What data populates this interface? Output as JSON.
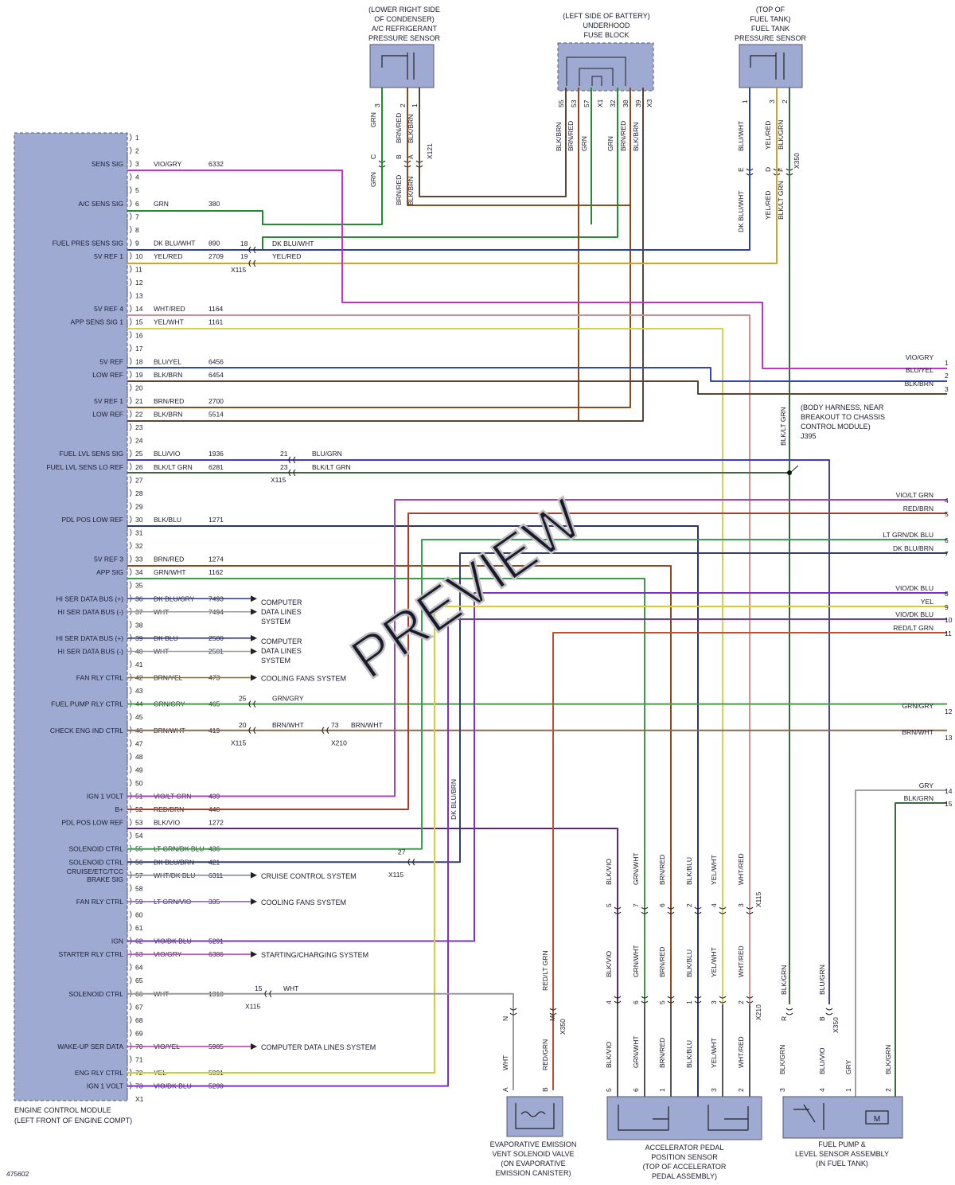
{
  "diagram_id": "475602",
  "watermark": "PREVIEW",
  "colors": {
    "page": "#ffffff",
    "panel": "#9eaad2",
    "panel_border": "#555577",
    "text": "#1a1a2e",
    "wire_default": "#555555",
    "watermark": "#bfbfbf"
  },
  "ecm": {
    "name_line1": "ENGINE CONTROL MODULE",
    "name_line2": "(LEFT FRONT OF ENGINE COMPT)",
    "pins": [
      {
        "pin": "1",
        "func": "",
        "color": "",
        "circuit": "",
        "target": ""
      },
      {
        "pin": "2",
        "func": "",
        "color": "",
        "circuit": "",
        "target": ""
      },
      {
        "pin": "3",
        "func": "SENS SIG",
        "color": "VIO/GRY",
        "circuit": "6332",
        "target": ""
      },
      {
        "pin": "4",
        "func": "",
        "color": "",
        "circuit": "",
        "target": ""
      },
      {
        "pin": "5",
        "func": "",
        "color": "",
        "circuit": "",
        "target": ""
      },
      {
        "pin": "6",
        "func": "A/C SENS SIG",
        "color": "GRN",
        "circuit": "380",
        "target": ""
      },
      {
        "pin": "7",
        "func": "",
        "color": "",
        "circuit": "",
        "target": ""
      },
      {
        "pin": "8",
        "func": "",
        "color": "",
        "circuit": "",
        "target": ""
      },
      {
        "pin": "9",
        "func": "FUEL PRES SENS SIG",
        "color": "DK BLU/WHT",
        "circuit": "890",
        "target": ""
      },
      {
        "pin": "10",
        "func": "5V REF 1",
        "color": "YEL/RED",
        "circuit": "2709",
        "target": ""
      },
      {
        "pin": "11",
        "func": "",
        "color": "",
        "circuit": "",
        "target": ""
      },
      {
        "pin": "12",
        "func": "",
        "color": "",
        "circuit": "",
        "target": ""
      },
      {
        "pin": "13",
        "func": "",
        "color": "",
        "circuit": "",
        "target": ""
      },
      {
        "pin": "14",
        "func": "5V REF 4",
        "color": "WHT/RED",
        "circuit": "1164",
        "target": ""
      },
      {
        "pin": "15",
        "func": "APP SENS SIG 1",
        "color": "YEL/WHT",
        "circuit": "1161",
        "target": ""
      },
      {
        "pin": "16",
        "func": "",
        "color": "",
        "circuit": "",
        "target": ""
      },
      {
        "pin": "17",
        "func": "",
        "color": "",
        "circuit": "",
        "target": ""
      },
      {
        "pin": "18",
        "func": "5V REF",
        "color": "BLU/YEL",
        "circuit": "6456",
        "target": ""
      },
      {
        "pin": "19",
        "func": "LOW REF",
        "color": "BLK/BRN",
        "circuit": "6454",
        "target": ""
      },
      {
        "pin": "20",
        "func": "",
        "color": "",
        "circuit": "",
        "target": ""
      },
      {
        "pin": "21",
        "func": "5V REF 1",
        "color": "BRN/RED",
        "circuit": "2700",
        "target": ""
      },
      {
        "pin": "22",
        "func": "LOW REF",
        "color": "BLK/BRN",
        "circuit": "5514",
        "target": ""
      },
      {
        "pin": "23",
        "func": "",
        "color": "",
        "circuit": "",
        "target": ""
      },
      {
        "pin": "24",
        "func": "",
        "color": "",
        "circuit": "",
        "target": ""
      },
      {
        "pin": "25",
        "func": "FUEL LVL SENS SIG",
        "color": "BLU/VIO",
        "circuit": "1936",
        "target": ""
      },
      {
        "pin": "26",
        "func": "FUEL LVL SENS LO REF",
        "color": "BLK/LT GRN",
        "circuit": "6281",
        "target": ""
      },
      {
        "pin": "27",
        "func": "",
        "color": "",
        "circuit": "",
        "target": ""
      },
      {
        "pin": "28",
        "func": "",
        "color": "",
        "circuit": "",
        "target": ""
      },
      {
        "pin": "29",
        "func": "",
        "color": "",
        "circuit": "",
        "target": ""
      },
      {
        "pin": "30",
        "func": "PDL POS LOW REF",
        "color": "BLK/BLU",
        "circuit": "1271",
        "target": ""
      },
      {
        "pin": "31",
        "func": "",
        "color": "",
        "circuit": "",
        "target": ""
      },
      {
        "pin": "32",
        "func": "",
        "color": "",
        "circuit": "",
        "target": ""
      },
      {
        "pin": "33",
        "func": "5V REF 3",
        "color": "BRN/RED",
        "circuit": "1274",
        "target": ""
      },
      {
        "pin": "34",
        "func": "APP SIG",
        "color": "GRN/WHT",
        "circuit": "1162",
        "target": ""
      },
      {
        "pin": "35",
        "func": "",
        "color": "",
        "circuit": "",
        "target": ""
      },
      {
        "pin": "36",
        "func": "HI SER DATA BUS (+)",
        "color": "DK BLU/GRY",
        "circuit": "7493",
        "target": ""
      },
      {
        "pin": "37",
        "func": "HI SER DATA BUS (-)",
        "color": "WHT",
        "circuit": "7494",
        "target": ""
      },
      {
        "pin": "38",
        "func": "",
        "color": "",
        "circuit": "",
        "target": ""
      },
      {
        "pin": "39",
        "func": "HI SER DATA BUS (+)",
        "color": "DK BLU",
        "circuit": "2500",
        "target": ""
      },
      {
        "pin": "40",
        "func": "HI SER DATA BUS (-)",
        "color": "WHT",
        "circuit": "2501",
        "target": ""
      },
      {
        "pin": "41",
        "func": "",
        "color": "",
        "circuit": "",
        "target": ""
      },
      {
        "pin": "42",
        "func": "FAN RLY CTRL",
        "color": "BRN/YEL",
        "circuit": "473",
        "target": "COOLING FANS SYSTEM"
      },
      {
        "pin": "43",
        "func": "",
        "color": "",
        "circuit": "",
        "target": ""
      },
      {
        "pin": "44",
        "func": "FUEL PUMP RLY CTRL",
        "color": "GRN/GRY",
        "circuit": "465",
        "target": ""
      },
      {
        "pin": "45",
        "func": "",
        "color": "",
        "circuit": "",
        "target": ""
      },
      {
        "pin": "46",
        "func": "CHECK ENG IND CTRL",
        "color": "BRN/WHT",
        "circuit": "419",
        "target": ""
      },
      {
        "pin": "47",
        "func": "",
        "color": "",
        "circuit": "",
        "target": ""
      },
      {
        "pin": "48",
        "func": "",
        "color": "",
        "circuit": "",
        "target": ""
      },
      {
        "pin": "49",
        "func": "",
        "color": "",
        "circuit": "",
        "target": ""
      },
      {
        "pin": "50",
        "func": "",
        "color": "",
        "circuit": "",
        "target": ""
      },
      {
        "pin": "51",
        "func": "IGN 1 VOLT",
        "color": "VIO/LT GRN",
        "circuit": "439",
        "target": ""
      },
      {
        "pin": "52",
        "func": "B+",
        "color": "RED/BRN",
        "circuit": "440",
        "target": ""
      },
      {
        "pin": "53",
        "func": "PDL POS LOW REF",
        "color": "BLK/VIO",
        "circuit": "1272",
        "target": ""
      },
      {
        "pin": "54",
        "func": "",
        "color": "",
        "circuit": "",
        "target": ""
      },
      {
        "pin": "55",
        "func": "SOLENOID CTRL",
        "color": "LT GRN/DK BLU",
        "circuit": "436",
        "target": ""
      },
      {
        "pin": "56",
        "func": "SOLENOID CTRL",
        "color": "DK BLU/BRN",
        "circuit": "421",
        "target": ""
      },
      {
        "pin": "57",
        "func": "CRUISE/ETC/TCC BRAKE SIG",
        "color": "WHT/DK BLU",
        "circuit": "6311",
        "target": "CRUISE CONTROL SYSTEM"
      },
      {
        "pin": "58",
        "func": "",
        "color": "",
        "circuit": "",
        "target": ""
      },
      {
        "pin": "59",
        "func": "FAN RLY CTRL",
        "color": "LT GRN/VIO",
        "circuit": "335",
        "target": "COOLING FANS SYSTEM"
      },
      {
        "pin": "60",
        "func": "",
        "color": "",
        "circuit": "",
        "target": ""
      },
      {
        "pin": "61",
        "func": "",
        "color": "",
        "circuit": "",
        "target": ""
      },
      {
        "pin": "62",
        "func": "IGN",
        "color": "VIO/DK BLU",
        "circuit": "5291",
        "target": ""
      },
      {
        "pin": "63",
        "func": "STARTER RLY CTRL",
        "color": "VIO/GRY",
        "circuit": "6386",
        "target": "STARTING/CHARGING SYSTEM"
      },
      {
        "pin": "64",
        "func": "",
        "color": "",
        "circuit": "",
        "target": ""
      },
      {
        "pin": "65",
        "func": "",
        "color": "",
        "circuit": "",
        "target": ""
      },
      {
        "pin": "66",
        "func": "SOLENOID CTRL",
        "color": "WHT",
        "circuit": "1310",
        "target": ""
      },
      {
        "pin": "67",
        "func": "",
        "color": "",
        "circuit": "",
        "target": ""
      },
      {
        "pin": "68",
        "func": "",
        "color": "",
        "circuit": "",
        "target": ""
      },
      {
        "pin": "69",
        "func": "",
        "color": "",
        "circuit": "",
        "target": ""
      },
      {
        "pin": "70",
        "func": "WAKE-UP SER DATA",
        "color": "VIO/YEL",
        "circuit": "5985",
        "target": "COMPUTER DATA LINES SYSTEM"
      },
      {
        "pin": "71",
        "func": "",
        "color": "",
        "circuit": "",
        "target": ""
      },
      {
        "pin": "72",
        "func": "ENG RLY CTRL",
        "color": "YEL",
        "circuit": "5991",
        "target": ""
      },
      {
        "pin": "73",
        "func": "IGN 1 VOLT",
        "color": "VIO/DK BLU",
        "circuit": "5290",
        "target": ""
      }
    ],
    "connector_ref": "X1"
  },
  "data_lines": {
    "a": [
      "COMPUTER",
      "DATA LINES",
      "SYSTEM"
    ],
    "b": [
      "COMPUTER",
      "DATA LINES",
      "SYSTEM"
    ]
  },
  "inline": {
    "x115_a": {
      "ref": "X115",
      "pins": [
        "18",
        "19"
      ],
      "colors": [
        "DK BLU/WHT",
        "YEL/RED"
      ]
    },
    "x115_b": {
      "ref": "X115",
      "pins": [
        "21",
        "23"
      ],
      "colors": [
        "BLU/GRN",
        "BLK/LT GRN"
      ]
    },
    "x115_c": {
      "ref": "X115",
      "pin": "25",
      "color": "GRN/GRY"
    },
    "x115_d": {
      "ref": "X115",
      "pin": "20",
      "color": "BRN/WHT"
    },
    "x210_a": {
      "ref": "X210",
      "pin": "73",
      "color": "BRN/WHT"
    },
    "x115_e": {
      "ref": "X115",
      "pin": "27"
    },
    "x115_f": {
      "ref": "X115",
      "pin": "15",
      "color": "WHT"
    }
  },
  "ac_sensor": {
    "lines": [
      "(LOWER RIGHT SIDE",
      "OF CONDENSER)",
      "A/C REFRIGERANT",
      "PRESSURE SENSOR"
    ],
    "pins": [
      "3",
      "2",
      "1"
    ],
    "colors_top": [
      "GRN",
      "BRN/RED",
      "BLK/BRN"
    ],
    "conn_letters": [
      "C",
      "B",
      "A"
    ],
    "connector": "X121",
    "colors_bottom": [
      "GRN",
      "BRN/RED",
      "BLK/BRN"
    ]
  },
  "fuse_block": {
    "lines": [
      "(LEFT SIDE OF BATTERY)",
      "UNDERHOOD",
      "FUSE BLOCK"
    ],
    "pins": [
      "55",
      "53",
      "57",
      "X1",
      "32",
      "38",
      "39",
      "X3"
    ],
    "colors": [
      "BLK/BRN",
      "BRN/RED",
      "GRN",
      "GRN",
      "BRN/RED",
      "BLK/BRN"
    ]
  },
  "fuel_pres_sensor": {
    "lines": [
      "(TOP OF",
      "FUEL TANK)",
      "FUEL TANK",
      "PRESSURE SENSOR"
    ],
    "pins": [
      "1",
      "3",
      "2"
    ],
    "colors_top": [
      "BLU/WHT",
      "YEL/RED",
      "BLK/GRN"
    ],
    "conn_letters": [
      "E",
      "D",
      "F"
    ],
    "connector": "X350",
    "colors_bottom": [
      "DK BLU/WHT",
      "YEL/RED",
      "BLK/LT GRN"
    ]
  },
  "splice": {
    "wire": "BLK/LT GRN",
    "lines": [
      "(BODY HARNESS, NEAR",
      "BREAKOUT TO CHASSIS",
      "CONTROL MODULE)",
      "J395"
    ]
  },
  "right_outputs": [
    {
      "color": "VIO/GRY",
      "num": "1"
    },
    {
      "color": "BLU/YEL",
      "num": "2"
    },
    {
      "color": "BLK/BRN",
      "num": "3"
    },
    {
      "color": "VIO/LT GRN",
      "num": "4"
    },
    {
      "color": "RED/BRN",
      "num": "5"
    },
    {
      "color": "LT GRN/DK BLU",
      "num": "6"
    },
    {
      "color": "DK BLU/BRN",
      "num": "7"
    },
    {
      "color": "VIO/DK BLU",
      "num": "8"
    },
    {
      "color": "YEL",
      "num": "9"
    },
    {
      "color": "VIO/DK BLU",
      "num": "10"
    },
    {
      "color": "RED/LT GRN",
      "num": "11"
    },
    {
      "color": "GRN/GRY",
      "num": "12"
    },
    {
      "color": "BRN/WHT",
      "num": "13"
    },
    {
      "color": "GRY",
      "num": "14"
    },
    {
      "color": "BLK/GRN",
      "num": "15"
    }
  ],
  "vertical_labels": {
    "dk_blu_brn": "DK BLU/BRN",
    "red_lt_grn": "RED/LT GRN"
  },
  "evap": {
    "lines": [
      "EVAPORATIVE EMISSION",
      "VENT SOLENOID VALVE",
      "(ON EVAPORATIVE",
      "EMISSION CANISTER)"
    ],
    "conn_letters": [
      "N",
      "M"
    ],
    "connector": "X350",
    "colors": [
      "WHT",
      "RED/GRN"
    ],
    "pins": [
      "A",
      "B"
    ]
  },
  "app_sensor": {
    "lines": [
      "ACCELERATOR PEDAL",
      "POSITION SENSOR",
      "(TOP OF ACCELERATOR",
      "PEDAL ASSEMBLY)"
    ],
    "top_colors": [
      "BLK/VIO",
      "GRN/WHT",
      "BRN/RED",
      "BLK/BLU",
      "YEL/WHT",
      "WHT/RED"
    ],
    "conn1_pins": [
      "5",
      "7",
      "6",
      "2",
      "4",
      "3"
    ],
    "conn1": "X115",
    "mid_colors": [
      "BLK/VIO",
      "GRN/WHT",
      "BRN/RED",
      "BLK/BLU",
      "YEL/WHT",
      "WHT/RED"
    ],
    "conn2_pins": [
      "4",
      "6",
      "5",
      "1",
      "3",
      "2"
    ],
    "conn2": "X210",
    "bot_colors": [
      "BLK/VIO",
      "GRN/WHT",
      "BRN/RED",
      "BLK/BLU",
      "YEL/WHT",
      "WHT/RED"
    ],
    "pins": [
      "5",
      "6",
      "1",
      "3",
      "2"
    ]
  },
  "fuel_pump": {
    "lines": [
      "FUEL PUMP &",
      "LEVEL SENSOR ASSEMBLY",
      "(IN FUEL TANK)"
    ],
    "top_colors": [
      "BLK/GRN",
      "BLU/GRN"
    ],
    "conn_letters": [
      "R",
      "B"
    ],
    "connector": "X350",
    "bot_colors": [
      "BLK/GRN",
      "BLU/VIO",
      "GRY",
      "BLK/GRN"
    ],
    "pins": [
      "3",
      "4",
      "1",
      "2"
    ],
    "motor": "M"
  }
}
